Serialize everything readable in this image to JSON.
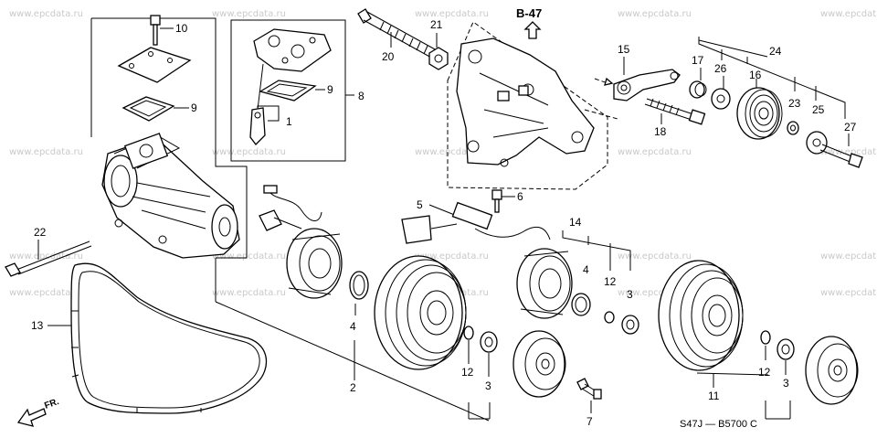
{
  "watermark": "www.epcdata.ru",
  "diagram_code": "S47J — B5700 C",
  "reference_label": "B-47",
  "direction_label": "FR.",
  "callouts": {
    "c1": "1",
    "c2": "2",
    "c3a": "3",
    "c3b": "3",
    "c3c": "3",
    "c4a": "4",
    "c4b": "4",
    "c5": "5",
    "c6": "6",
    "c7": "7",
    "c8": "8",
    "c9a": "9",
    "c9b": "9",
    "c10": "10",
    "c11": "11",
    "c12a": "12",
    "c12b": "12",
    "c12c": "12",
    "c13": "13",
    "c14": "14",
    "c15": "15",
    "c16": "16",
    "c17": "17",
    "c18": "18",
    "c20": "20",
    "c21": "21",
    "c22": "22",
    "c23": "23",
    "c24": "24",
    "c25": "25",
    "c26": "26",
    "c27": "27"
  }
}
